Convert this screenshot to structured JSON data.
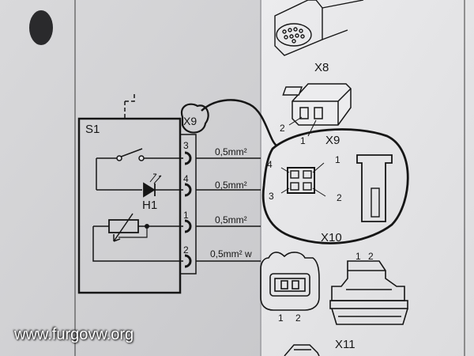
{
  "switch": {
    "id": "S1"
  },
  "led": {
    "id": "H1"
  },
  "connectors": {
    "x8": "X8",
    "x9_circle": "X9",
    "x9_right": "X9",
    "x10": "X10",
    "x11": "X11"
  },
  "switch_pins": [
    {
      "pin": "3",
      "wire": "0,5mm²"
    },
    {
      "pin": "4",
      "wire": "0,5mm²"
    },
    {
      "pin": "1",
      "wire": "0,5mm²"
    },
    {
      "pin": "2",
      "wire": "0,5mm² w"
    }
  ],
  "x9_pins": {
    "p1": "1",
    "p2": "2"
  },
  "x10_pins": {
    "p1": "1",
    "p2": "2",
    "p3": "3",
    "p4": "4"
  },
  "x11_pins_front": {
    "p1": "1",
    "p2": "2"
  },
  "x11_pins_top": {
    "p1": "1",
    "p2": "2"
  },
  "watermark": "www.furgovw.org",
  "colors": {
    "ink": "#161616",
    "paper": "#e4e4e6",
    "background": "#8f8f92"
  }
}
